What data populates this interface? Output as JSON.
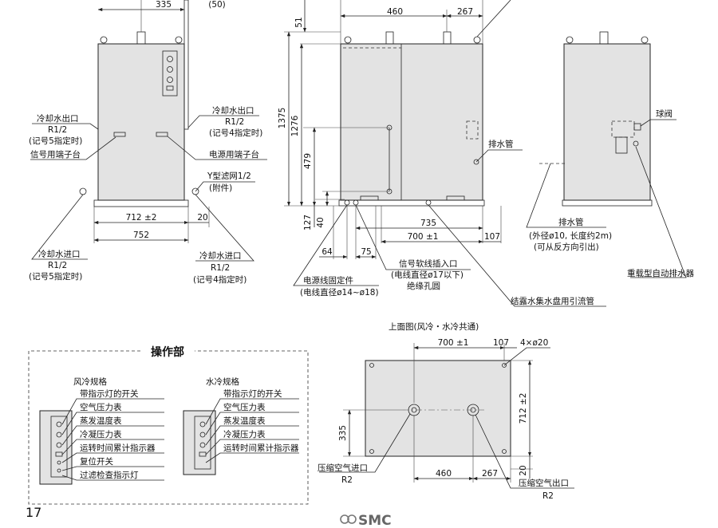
{
  "page_number": "17",
  "brand": "SMC",
  "front_view": {
    "dims": {
      "d335": "335",
      "d50": "(50)",
      "d712": "712 ±2",
      "d20": "20",
      "d752": "752"
    },
    "labels": {
      "cool_out_l1": "冷却水出口",
      "cool_out_l2": "R1/2",
      "cool_out_l3": "(记号5指定时)",
      "signal_term": "信号用端子台",
      "cool_out_r1": "冷却水出口",
      "cool_out_r2": "R1/2",
      "cool_out_r3": "(记号4指定时)",
      "power_term": "电源用端子台",
      "y_filter_1": "Y型滤网1/2",
      "y_filter_2": "(附件)",
      "cool_in_l1": "冷却水进口",
      "cool_in_l2": "R1/2",
      "cool_in_l3": "(记号5指定时)",
      "cool_in_r1": "冷却水进口",
      "cool_in_r2": "R1/2",
      "cool_in_r3": "(记号4指定时)"
    }
  },
  "side_view": {
    "dims": {
      "d460": "460",
      "d267": "267",
      "d51": "51",
      "d1375": "1375",
      "d1276": "1276",
      "d479": "479",
      "d127": "127",
      "d40": "40",
      "d735": "735",
      "d700": "700 ±1",
      "d107": "107",
      "d64": "64",
      "d75": "75"
    },
    "labels": {
      "drain_pipe": "排水管",
      "signal_cable_1": "信号软线插入口",
      "signal_cable_2": "(电线直径ø17以下)",
      "signal_cable_3": "绝缘孔圆",
      "power_fix_1": "电源线固定件",
      "power_fix_2": "(电线直径ø14~ø18)",
      "condensate": "结露水集水盘用引流管"
    }
  },
  "back_view": {
    "labels": {
      "ball_valve": "球阀",
      "drain_pipe": "排水管",
      "drain_spec_1": "(外径ø10, 长度约2m)",
      "drain_spec_2": "(可从反方向引出)",
      "auto_drain": "重载型自动排水器"
    }
  },
  "operation": {
    "title": "操作部",
    "air_title": "风冷规格",
    "water_title": "水冷规格",
    "air_items": [
      "带指示灯的开关",
      "空气压力表",
      "蒸发温度表",
      "冷凝压力表",
      "运转时间累计指示器",
      "复位开关",
      "过滤检查指示灯"
    ],
    "water_items": [
      "带指示灯的开关",
      "空气压力表",
      "蒸发温度表",
      "冷凝压力表",
      "运转时间累计指示器"
    ]
  },
  "top_view": {
    "title": "上面图(风冷・水冷共通)",
    "dims": {
      "d700": "700 ±1",
      "d107": "107",
      "holes": "4×ø20",
      "d712": "712 ±2",
      "d335": "335",
      "d20": "20",
      "d460": "460",
      "d267": "267"
    },
    "labels": {
      "in_1": "压缩空气进口",
      "in_2": "R2",
      "out_1": "压缩空气出口",
      "out_2": "R2"
    }
  }
}
